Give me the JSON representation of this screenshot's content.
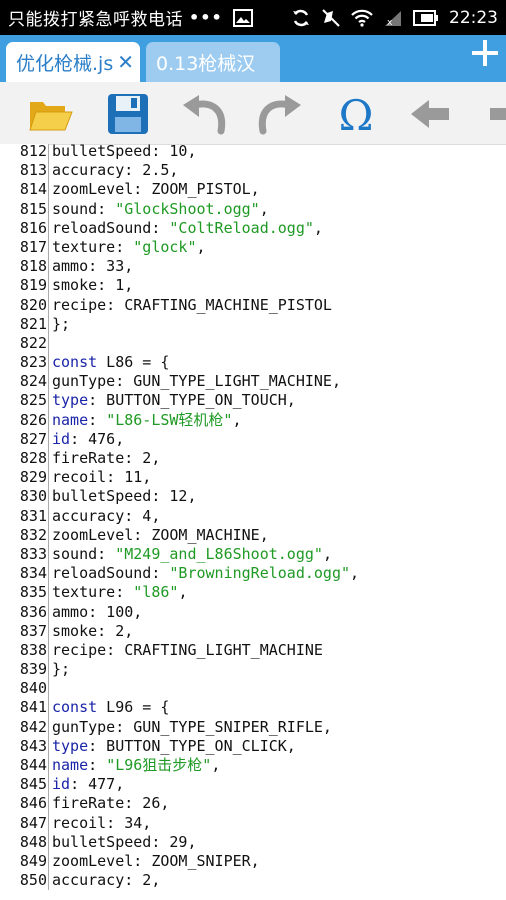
{
  "status_bar": {
    "notification_text": "只能拨打紧急呼救电话",
    "overflow": "•••",
    "time": "22:23",
    "icons": [
      "image-icon",
      "sync-icon",
      "mute-icon",
      "wifi-icon",
      "signal-icon",
      "battery-icon"
    ]
  },
  "tabs": [
    {
      "label": "优化枪械.js",
      "close": "✕",
      "active": true
    },
    {
      "label": "0.13枪械汉",
      "active": false
    }
  ],
  "toolbar": {
    "buttons": [
      "folder-open-icon",
      "save-icon",
      "undo-icon",
      "redo-icon",
      "omega-icon",
      "back-arrow-icon"
    ]
  },
  "code": {
    "lines": [
      {
        "n": "812",
        "segs": [
          {
            "t": "bulletSpeed: 10,",
            "c": ""
          }
        ]
      },
      {
        "n": "813",
        "segs": [
          {
            "t": "accuracy: 2.5,",
            "c": ""
          }
        ]
      },
      {
        "n": "814",
        "segs": [
          {
            "t": "zoomLevel: ZOOM_PISTOL,",
            "c": ""
          }
        ]
      },
      {
        "n": "815",
        "segs": [
          {
            "t": "sound: ",
            "c": ""
          },
          {
            "t": "\"GlockShoot.ogg\"",
            "c": "str"
          },
          {
            "t": ",",
            "c": ""
          }
        ]
      },
      {
        "n": "816",
        "segs": [
          {
            "t": "reloadSound: ",
            "c": ""
          },
          {
            "t": "\"ColtReload.ogg\"",
            "c": "str"
          },
          {
            "t": ",",
            "c": ""
          }
        ]
      },
      {
        "n": "817",
        "segs": [
          {
            "t": "texture: ",
            "c": ""
          },
          {
            "t": "\"glock\"",
            "c": "str"
          },
          {
            "t": ",",
            "c": ""
          }
        ]
      },
      {
        "n": "818",
        "segs": [
          {
            "t": "ammo: 33,",
            "c": ""
          }
        ]
      },
      {
        "n": "819",
        "segs": [
          {
            "t": "smoke: 1,",
            "c": ""
          }
        ]
      },
      {
        "n": "820",
        "segs": [
          {
            "t": "recipe: CRAFTING_MACHINE_PISTOL",
            "c": ""
          }
        ]
      },
      {
        "n": "821",
        "segs": [
          {
            "t": "};",
            "c": ""
          }
        ]
      },
      {
        "n": "822",
        "segs": []
      },
      {
        "n": "823",
        "segs": [
          {
            "t": "const",
            "c": "kw"
          },
          {
            "t": " L86 = {",
            "c": ""
          }
        ]
      },
      {
        "n": "824",
        "segs": [
          {
            "t": "gunType: GUN_TYPE_LIGHT_MACHINE,",
            "c": ""
          }
        ]
      },
      {
        "n": "825",
        "segs": [
          {
            "t": "type",
            "c": "kw"
          },
          {
            "t": ": BUTTON_TYPE_ON_TOUCH,",
            "c": ""
          }
        ]
      },
      {
        "n": "826",
        "segs": [
          {
            "t": "name",
            "c": "kw"
          },
          {
            "t": ": ",
            "c": ""
          },
          {
            "t": "\"L86-LSW轻机枪\"",
            "c": "str"
          },
          {
            "t": ",",
            "c": ""
          }
        ]
      },
      {
        "n": "827",
        "segs": [
          {
            "t": "id",
            "c": "kw"
          },
          {
            "t": ": 476,",
            "c": ""
          }
        ]
      },
      {
        "n": "828",
        "segs": [
          {
            "t": "fireRate: 2,",
            "c": ""
          }
        ]
      },
      {
        "n": "829",
        "segs": [
          {
            "t": "recoil: 11,",
            "c": ""
          }
        ]
      },
      {
        "n": "830",
        "segs": [
          {
            "t": "bulletSpeed: 12,",
            "c": ""
          }
        ]
      },
      {
        "n": "831",
        "segs": [
          {
            "t": "accuracy: 4,",
            "c": ""
          }
        ]
      },
      {
        "n": "832",
        "segs": [
          {
            "t": "zoomLevel: ZOOM_MACHINE,",
            "c": ""
          }
        ]
      },
      {
        "n": "833",
        "segs": [
          {
            "t": "sound: ",
            "c": ""
          },
          {
            "t": "\"M249_and_L86Shoot.ogg\"",
            "c": "str"
          },
          {
            "t": ",",
            "c": ""
          }
        ]
      },
      {
        "n": "834",
        "segs": [
          {
            "t": "reloadSound: ",
            "c": ""
          },
          {
            "t": "\"BrowningReload.ogg\"",
            "c": "str"
          },
          {
            "t": ",",
            "c": ""
          }
        ]
      },
      {
        "n": "835",
        "segs": [
          {
            "t": "texture: ",
            "c": ""
          },
          {
            "t": "\"l86\"",
            "c": "str"
          },
          {
            "t": ",",
            "c": ""
          }
        ]
      },
      {
        "n": "836",
        "segs": [
          {
            "t": "ammo: 100,",
            "c": ""
          }
        ]
      },
      {
        "n": "837",
        "segs": [
          {
            "t": "smoke: 2,",
            "c": ""
          }
        ]
      },
      {
        "n": "838",
        "segs": [
          {
            "t": "recipe: CRAFTING_LIGHT_MACHINE",
            "c": ""
          }
        ]
      },
      {
        "n": "839",
        "segs": [
          {
            "t": "};",
            "c": ""
          }
        ]
      },
      {
        "n": "840",
        "segs": []
      },
      {
        "n": "841",
        "segs": [
          {
            "t": "const",
            "c": "kw"
          },
          {
            "t": " L96 = {",
            "c": ""
          }
        ]
      },
      {
        "n": "842",
        "segs": [
          {
            "t": "gunType: GUN_TYPE_SNIPER_RIFLE,",
            "c": ""
          }
        ]
      },
      {
        "n": "843",
        "segs": [
          {
            "t": "type",
            "c": "kw"
          },
          {
            "t": ": BUTTON_TYPE_ON_CLICK,",
            "c": ""
          }
        ]
      },
      {
        "n": "844",
        "segs": [
          {
            "t": "name",
            "c": "kw"
          },
          {
            "t": ": ",
            "c": ""
          },
          {
            "t": "\"L96狙击步枪\"",
            "c": "str"
          },
          {
            "t": ",",
            "c": ""
          }
        ]
      },
      {
        "n": "845",
        "segs": [
          {
            "t": "id",
            "c": "kw"
          },
          {
            "t": ": 477,",
            "c": ""
          }
        ]
      },
      {
        "n": "846",
        "segs": [
          {
            "t": "fireRate: 26,",
            "c": ""
          }
        ]
      },
      {
        "n": "847",
        "segs": [
          {
            "t": "recoil: 34,",
            "c": ""
          }
        ]
      },
      {
        "n": "848",
        "segs": [
          {
            "t": "bulletSpeed: 29,",
            "c": ""
          }
        ]
      },
      {
        "n": "849",
        "segs": [
          {
            "t": "zoomLevel: ZOOM_SNIPER,",
            "c": ""
          }
        ]
      },
      {
        "n": "850",
        "segs": [
          {
            "t": "accuracy: 2,",
            "c": ""
          }
        ]
      }
    ]
  },
  "colors": {
    "tab_bar": "#3f9fe0",
    "keyword": "#1a24a8",
    "string": "#1f9a24"
  }
}
